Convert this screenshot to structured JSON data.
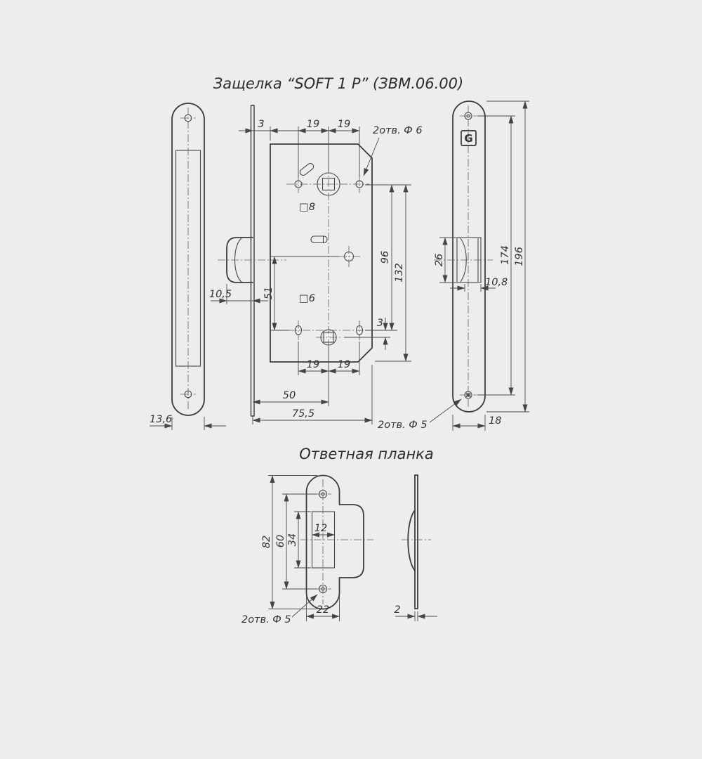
{
  "titles": {
    "latch": "Защелка “SOFT 1 P” (ЗВМ.06.00)",
    "strike": "Ответная планка"
  },
  "latch_drawing": {
    "logo": "G",
    "dims": {
      "plate_width_13_6": "13,6",
      "face_gap_3": "3",
      "top_span_19_left": "19",
      "top_span_19_right": "19",
      "holes_note_f6": "2отв. Ф 6",
      "square_8": "□8",
      "height_96": "96",
      "height_132": "132",
      "offset_3": "3",
      "latch_height_26": "26",
      "projection_10_5": "10,5",
      "span_51": "51",
      "square_6": "□6",
      "bottom_span_19_left": "19",
      "bottom_span_19_right": "19",
      "backset_50": "50",
      "depth_75_5": "75,5",
      "holes_note_f5": "2отв. Ф 5",
      "latch_width_10_8": "10,8",
      "plate_width_18": "18",
      "screw_span_174": "174",
      "plate_height_196": "196"
    }
  },
  "strike_drawing": {
    "dims": {
      "height_82": "82",
      "screw_span_60": "60",
      "hole_height_34": "34",
      "hole_width_12": "12",
      "plate_width_22": "22",
      "holes_note_f5": "2отв. Ф 5",
      "thickness_2": "2"
    }
  }
}
